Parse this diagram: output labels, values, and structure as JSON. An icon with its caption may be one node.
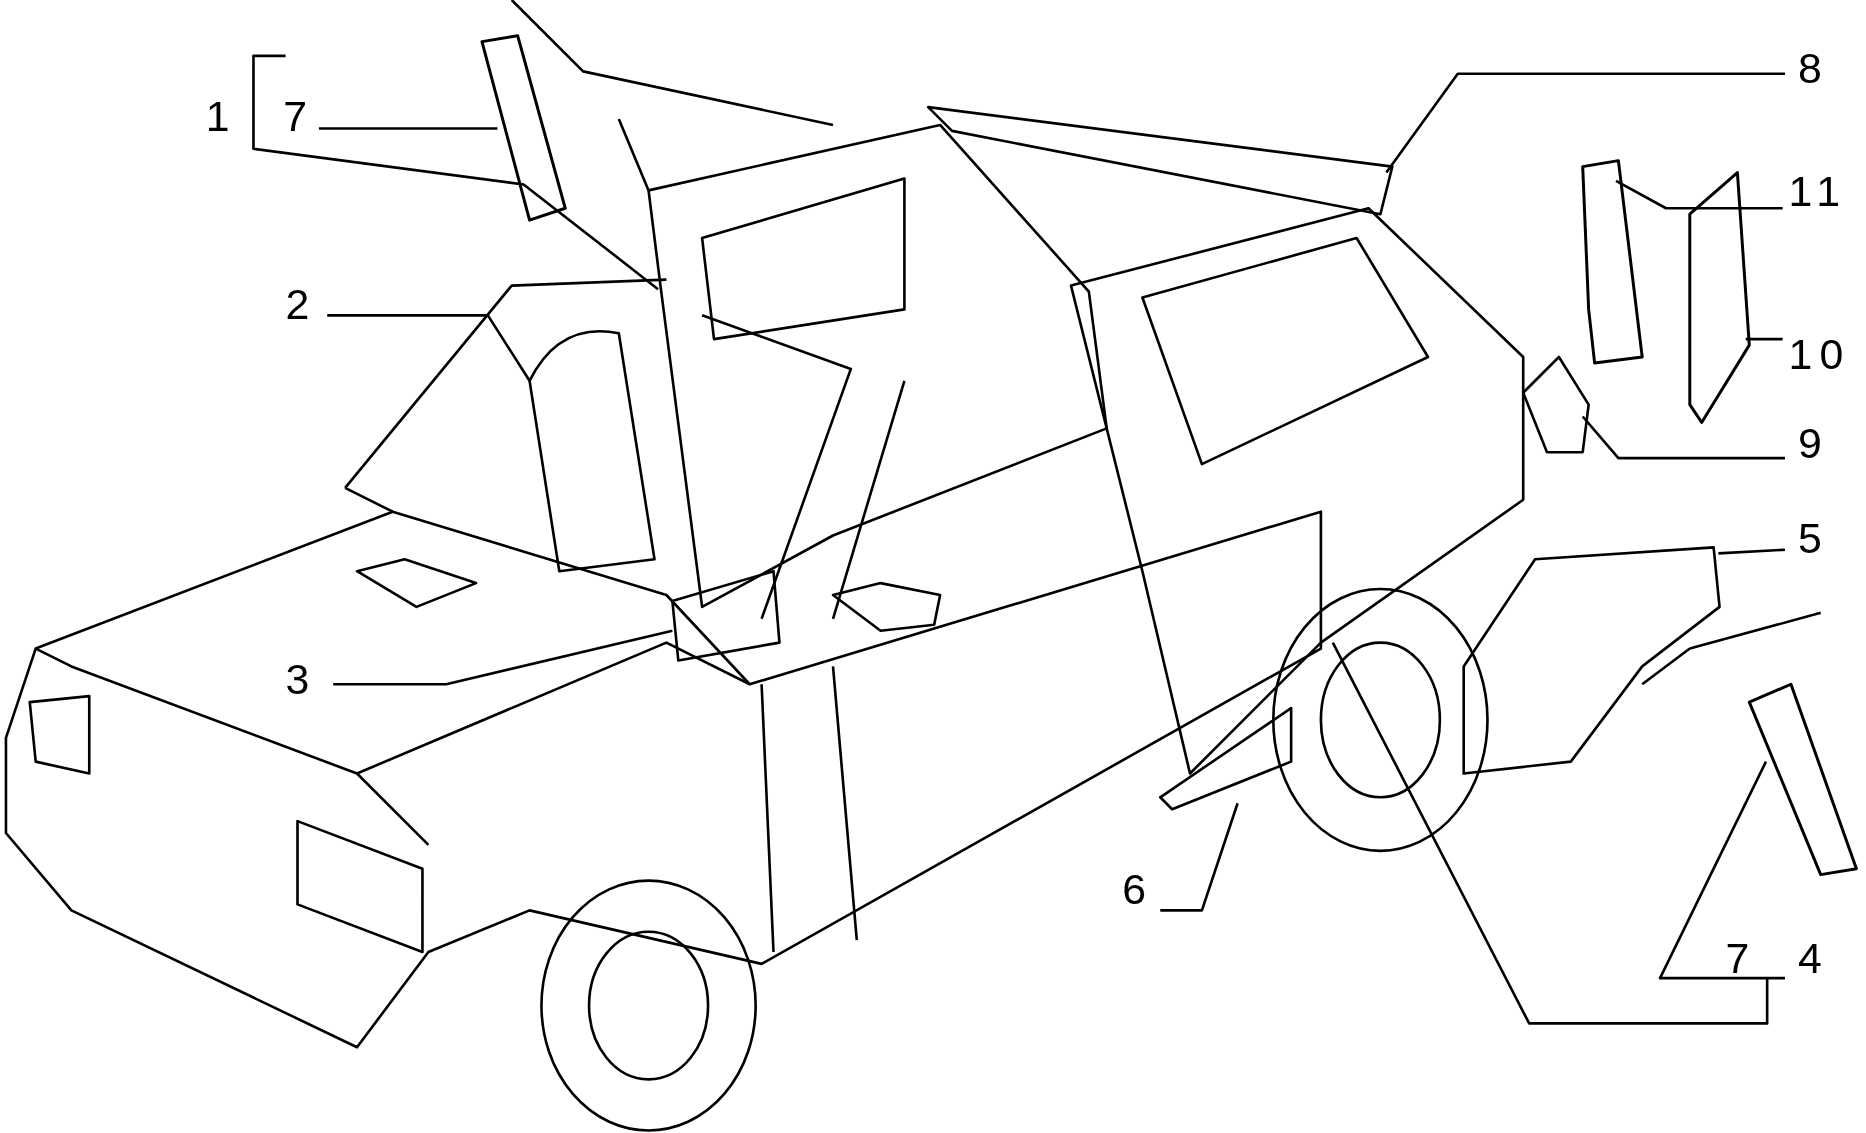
{
  "diagram": {
    "nodes": [
      {
        "text": [
          "1"
        ]
      },
      {
        "text": [
          "7"
        ]
      },
      {
        "text": [],
        "shape": "picture"
      },
      {
        "text": [
          "8"
        ]
      },
      {
        "text": [
          "11"
        ]
      },
      {
        "text": [],
        "shape": "picture"
      },
      {
        "text": [
          "10"
        ]
      },
      {
        "text": [],
        "shape": "picture"
      },
      {
        "text": [
          "2"
        ]
      },
      {
        "text": [
          "9"
        ]
      },
      {
        "text": [
          "5"
        ]
      },
      {
        "text": [
          "3"
        ]
      },
      {
        "text": [
          "6"
        ]
      },
      {
        "text": [],
        "shape": "picture"
      },
      {
        "text": [
          "7"
        ]
      },
      {
        "text": [
          "4"
        ]
      }
    ],
    "edges": [
      {
        "from": 0,
        "to": null,
        "arrow": "none"
      },
      {
        "from": 1,
        "to": 2,
        "arrow": "none"
      },
      {
        "from": 3,
        "to": null,
        "arrow": "none"
      },
      {
        "from": 4,
        "to": 5,
        "arrow": "none"
      },
      {
        "from": 6,
        "to": 7,
        "arrow": "none"
      },
      {
        "from": 8,
        "to": null,
        "arrow": "none"
      },
      {
        "from": 9,
        "to": null,
        "arrow": "none"
      },
      {
        "from": 10,
        "to": null,
        "arrow": "none"
      },
      {
        "from": 11,
        "to": null,
        "arrow": "none"
      },
      {
        "from": 12,
        "to": null,
        "arrow": "none"
      },
      {
        "from": 14,
        "to": 13,
        "arrow": "none"
      },
      {
        "from": 15,
        "to": null,
        "arrow": "none"
      }
    ]
  }
}
